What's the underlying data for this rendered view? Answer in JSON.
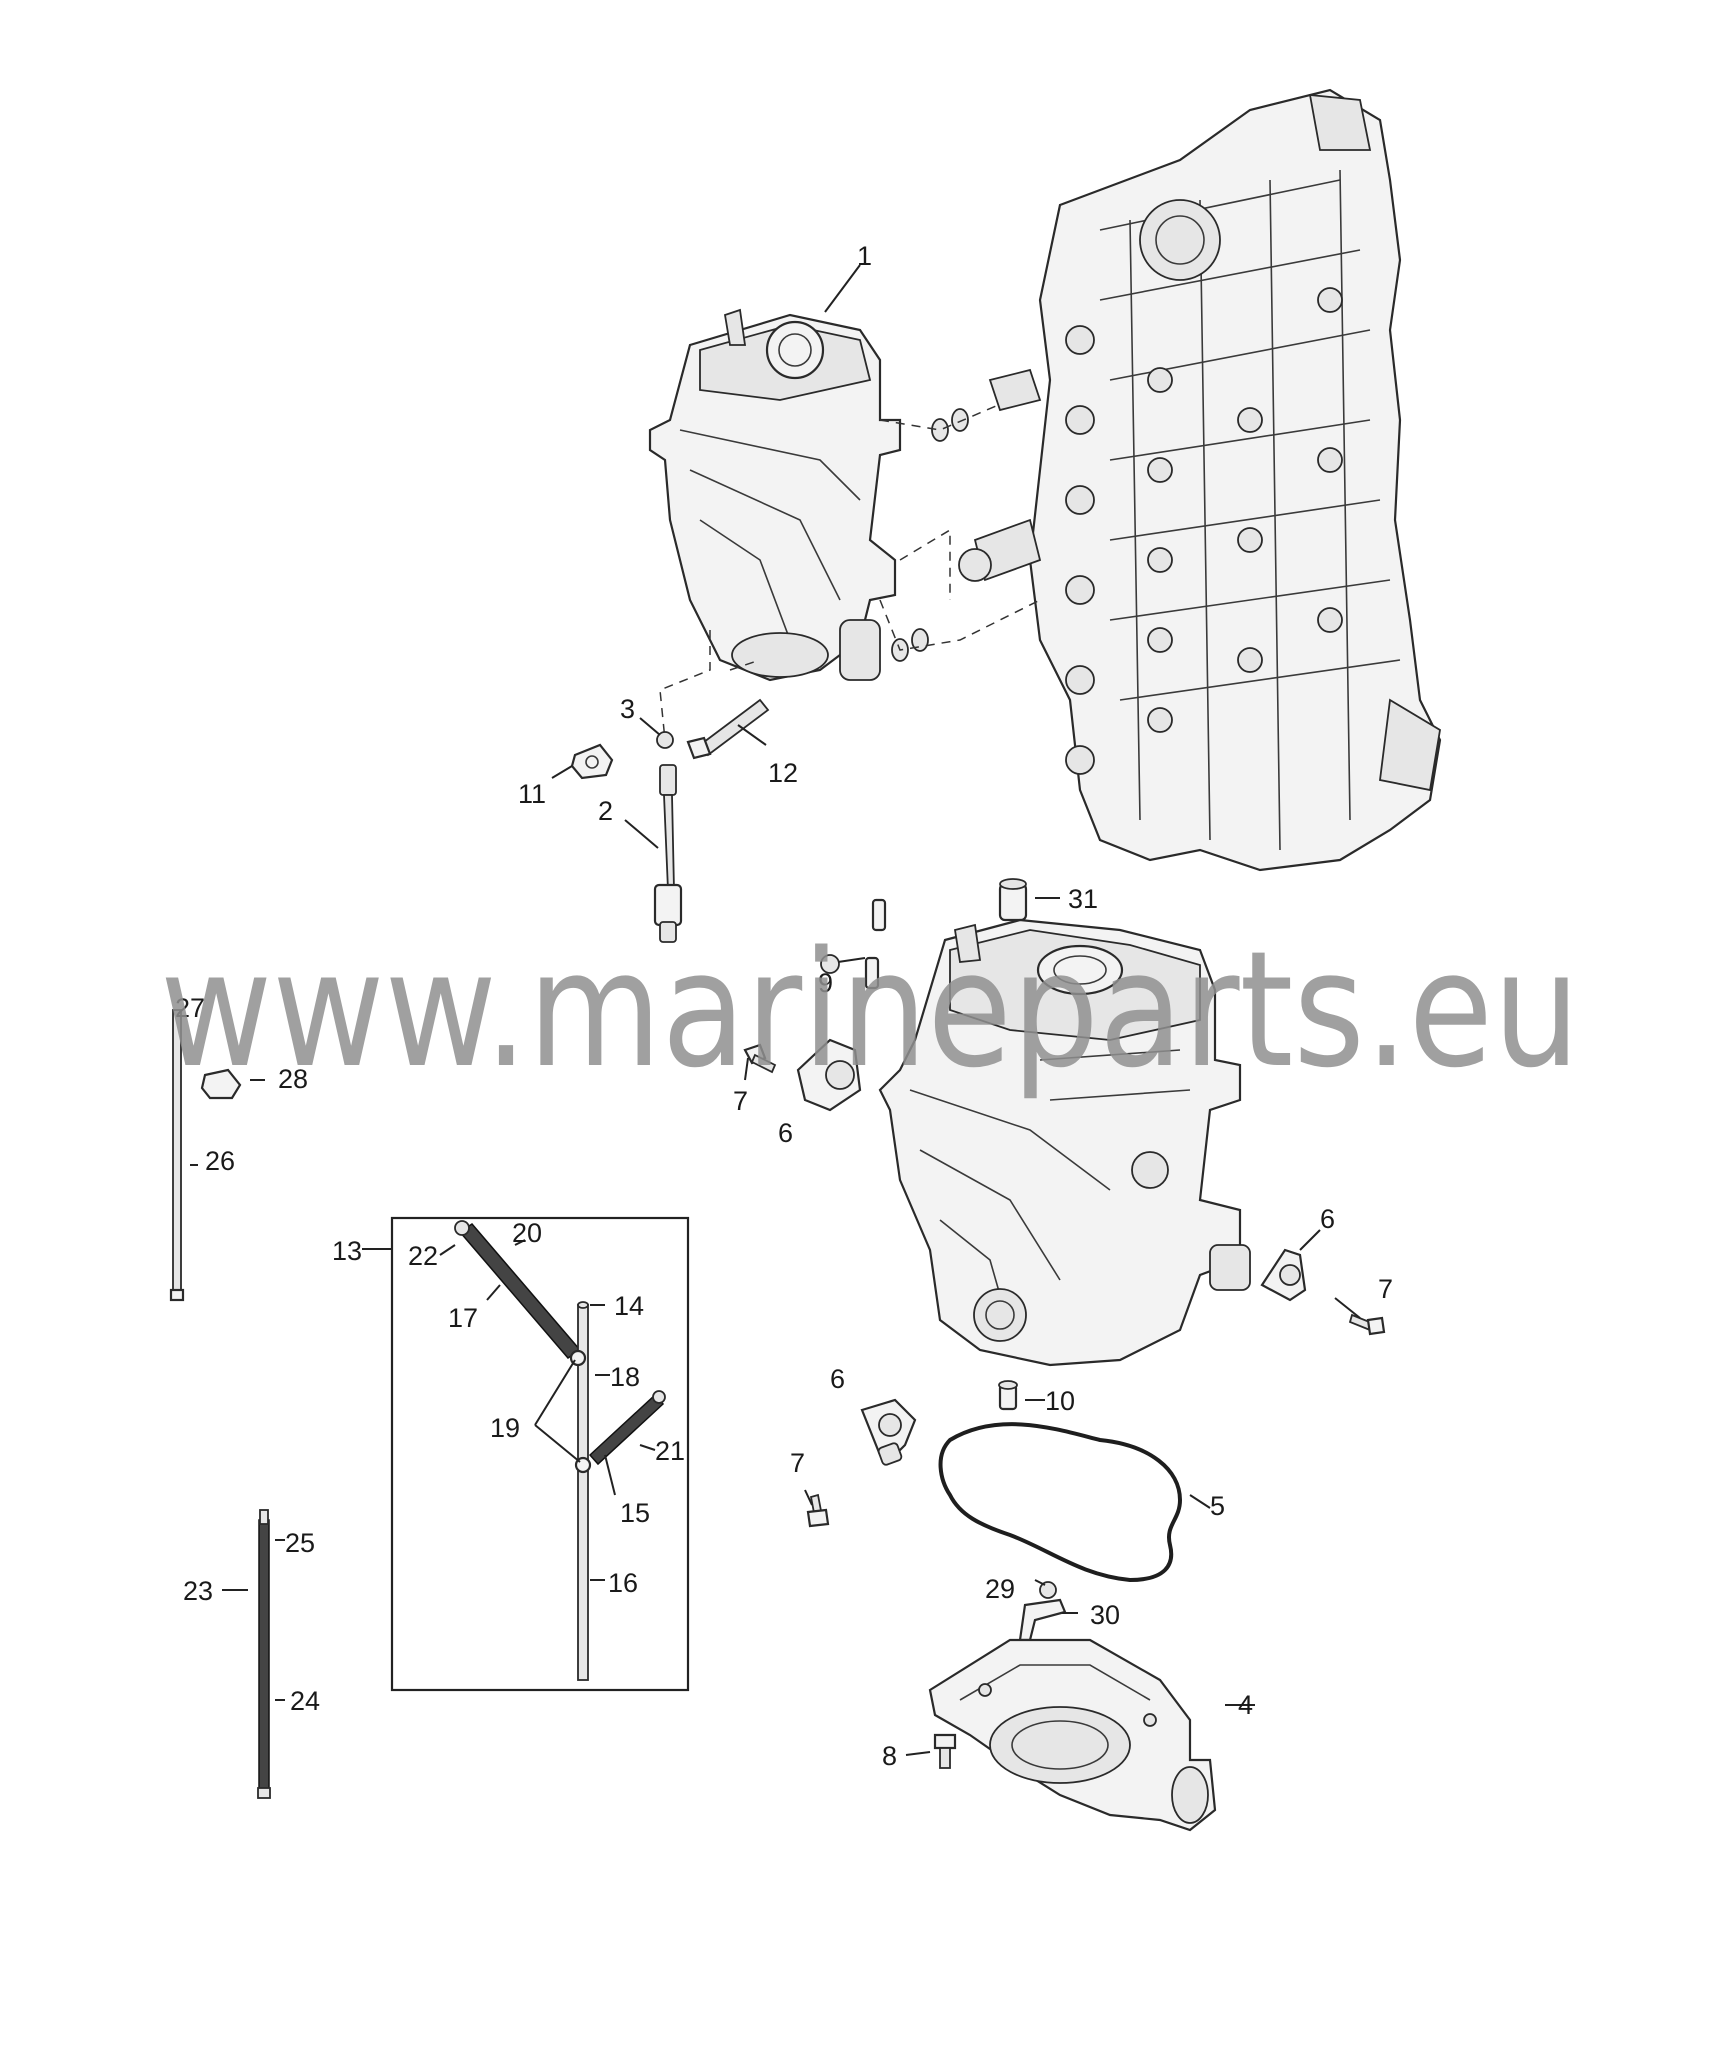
{
  "watermark": "www.marineparts.eu",
  "callouts": {
    "c1": "1",
    "c2": "2",
    "c3": "3",
    "c4": "4",
    "c5": "5",
    "c6a": "6",
    "c6b": "6",
    "c6c": "6",
    "c7a": "7",
    "c7b": "7",
    "c7c": "7",
    "c8": "8",
    "c9": "9",
    "c10": "10",
    "c11": "11",
    "c12": "12",
    "c13": "13",
    "c14": "14",
    "c15": "15",
    "c16": "16",
    "c17": "17",
    "c18": "18",
    "c19": "19",
    "c20": "20",
    "c21": "21",
    "c22": "22",
    "c23": "23",
    "c24": "24",
    "c25": "25",
    "c26": "26",
    "c27": "27",
    "c28": "28",
    "c29": "29",
    "c30": "30",
    "c31": "31"
  }
}
